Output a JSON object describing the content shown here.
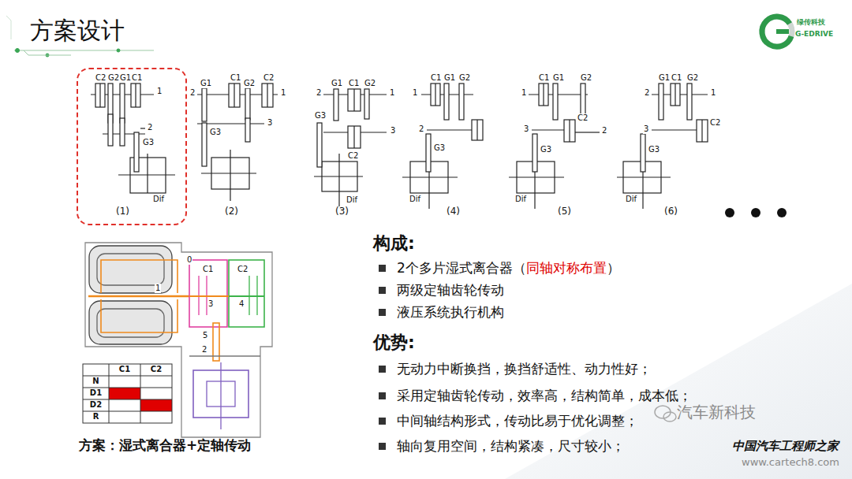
{
  "diagram": {
    "title": "方案设计",
    "caption": "方案：湿式离合器+定轴传动",
    "nodes": [
      {
        "text": [
          "(1)"
        ]
      }
    ],
    "labels": [
      "绿传科技",
      "G-EDRIVE",
      "C2",
      "G2",
      "G1",
      "C1",
      "1",
      "2",
      "G3",
      "Dif",
      "2",
      "G1",
      "C1",
      "G2",
      "C2",
      "1",
      "G3",
      "3",
      "2",
      "G1",
      "C1",
      "G2",
      "1",
      "3",
      "G3",
      "C2",
      "Dif",
      "C1",
      "G1",
      "G2",
      "1",
      "2",
      "G3",
      "Dif",
      "C1",
      "G1",
      "G2",
      "1",
      "3",
      "C2",
      "2",
      "G3",
      "Dif",
      "G1",
      "C1",
      "G2",
      "2",
      "1",
      "C2",
      "3",
      "G3",
      "Dif",
      "(2)",
      "(3)",
      "(4)",
      "(5)",
      "(6)",
      "0",
      "C1",
      "C2",
      "1",
      "3",
      "4",
      "5",
      "2",
      "C1",
      "C2",
      "N",
      "D1",
      "D2",
      "R",
      "构成:",
      "2个多片湿式离合器（",
      "同轴对称布置",
      "）",
      "两级定轴齿轮传动",
      "液压系统执行机构",
      "优势:",
      "无动力中断换挡，换挡舒适性、动力性好；",
      "采用定轴齿轮传动，效率高，结构简单，成本低；",
      "中间轴结构形式，传动比易于优化调整；",
      "轴向复用空间，结构紧凑，尺寸较小；",
      "汽车新科技",
      "中国汽车工程师之家",
      "www.cartech8.com"
    ]
  }
}
